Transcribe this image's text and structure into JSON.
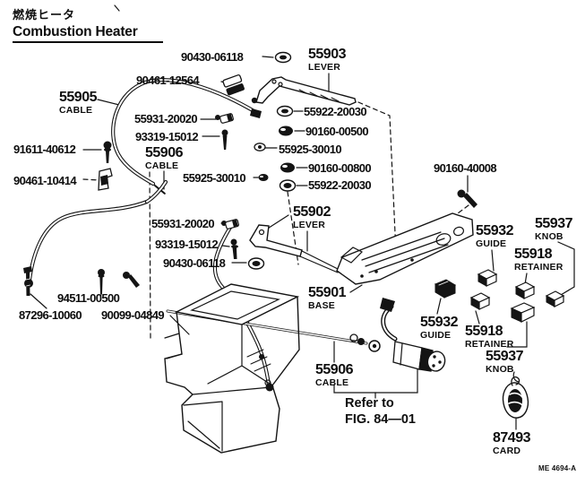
{
  "header": {
    "title_jp": "燃焼ヒータ",
    "title_en": "Combustion Heater"
  },
  "footer": {
    "doc_code": "ME 4694-A"
  },
  "note": {
    "line1": "Refer to",
    "line2": "FIG. 84—01"
  },
  "parts": [
    {
      "num": "90430-06118"
    },
    {
      "num": "55903",
      "name": "LEVER"
    },
    {
      "num": "90461-12564"
    },
    {
      "num": "55905",
      "name": "CABLE"
    },
    {
      "num": "55931-20020"
    },
    {
      "num": "93319-15012"
    },
    {
      "num": "55922-20030"
    },
    {
      "num": "90160-00500"
    },
    {
      "num": "91611-40612"
    },
    {
      "num": "55906",
      "name": "CABLE"
    },
    {
      "num": "55925-30010"
    },
    {
      "num": "90461-10414"
    },
    {
      "num": "55925-30010"
    },
    {
      "num": "90160-00800"
    },
    {
      "num": "55922-20030"
    },
    {
      "num": "90160-40008"
    },
    {
      "num": "55902",
      "name": "LEVER"
    },
    {
      "num": "55931-20020"
    },
    {
      "num": "93319-15012"
    },
    {
      "num": "90430-06118"
    },
    {
      "num": "55932",
      "name": "GUIDE"
    },
    {
      "num": "55937",
      "name": "KNOB"
    },
    {
      "num": "55918",
      "name": "RETAINER"
    },
    {
      "num": "55901",
      "name": "BASE"
    },
    {
      "num": "94511-00500"
    },
    {
      "num": "87296-10060"
    },
    {
      "num": "90099-04849"
    },
    {
      "num": "55932",
      "name": "GUIDE"
    },
    {
      "num": "55918",
      "name": "RETAINER"
    },
    {
      "num": "55937",
      "name": "KNOB"
    },
    {
      "num": "55906",
      "name": "CABLE"
    },
    {
      "num": "87493",
      "name": "CARD"
    }
  ]
}
